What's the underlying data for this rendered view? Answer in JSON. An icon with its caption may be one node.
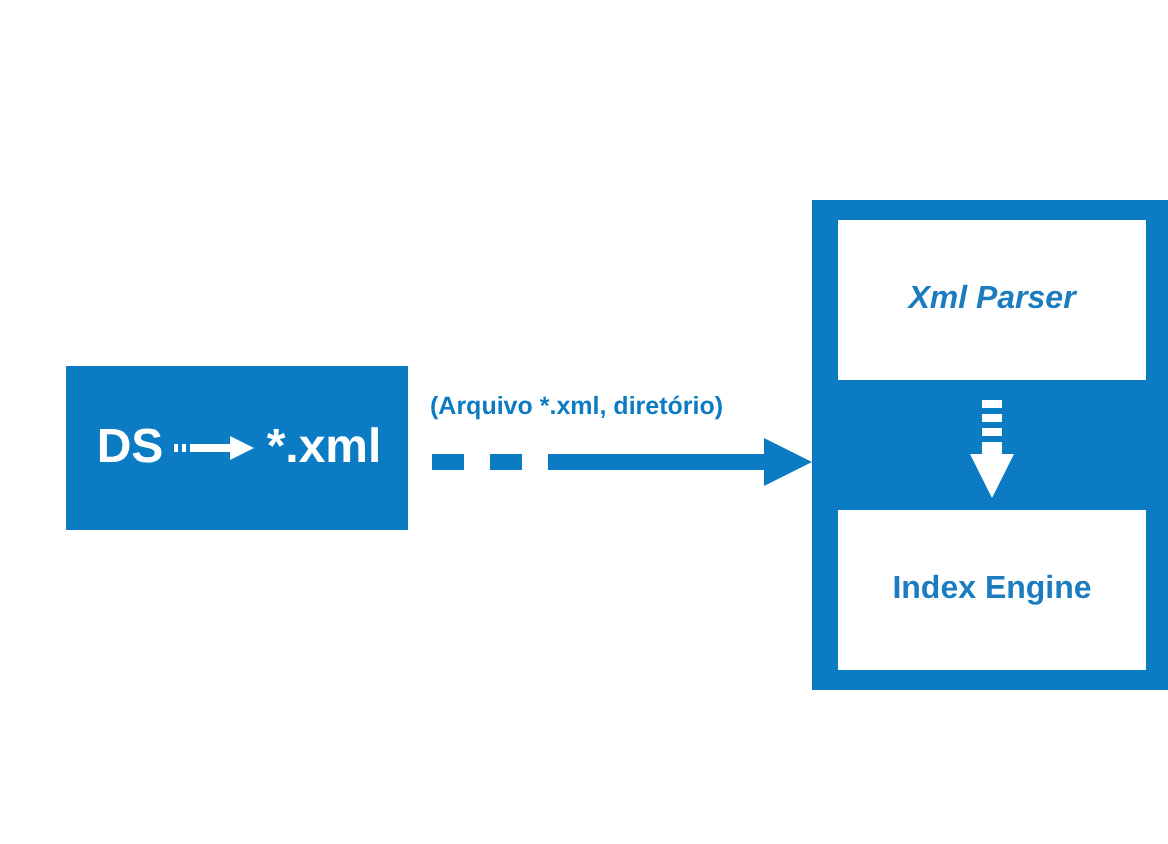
{
  "diagram": {
    "nodes": [
      {
        "text": [],
        "shape": "box"
      },
      {
        "text": [
          "DS"
        ],
        "in": 0
      },
      {
        "text": [
          "*.xml"
        ],
        "in": 0
      },
      {
        "text": [],
        "shape": "box"
      },
      {
        "text": [
          "Xml Parser"
        ],
        "in": 3
      },
      {
        "text": [
          "Index Engine"
        ],
        "in": 3
      }
    ],
    "edges": [
      {
        "from": 0,
        "to": 3,
        "arrow": "to",
        "label": "(Arquivo *.xml, diretório)",
        "style": "dashed",
        "color": "#0b7bc4"
      },
      {
        "from": 1,
        "to": 2,
        "arrow": "to",
        "style": "dashed"
      },
      {
        "from": 4,
        "to": 5,
        "arrow": "to",
        "style": "dashed"
      }
    ]
  }
}
